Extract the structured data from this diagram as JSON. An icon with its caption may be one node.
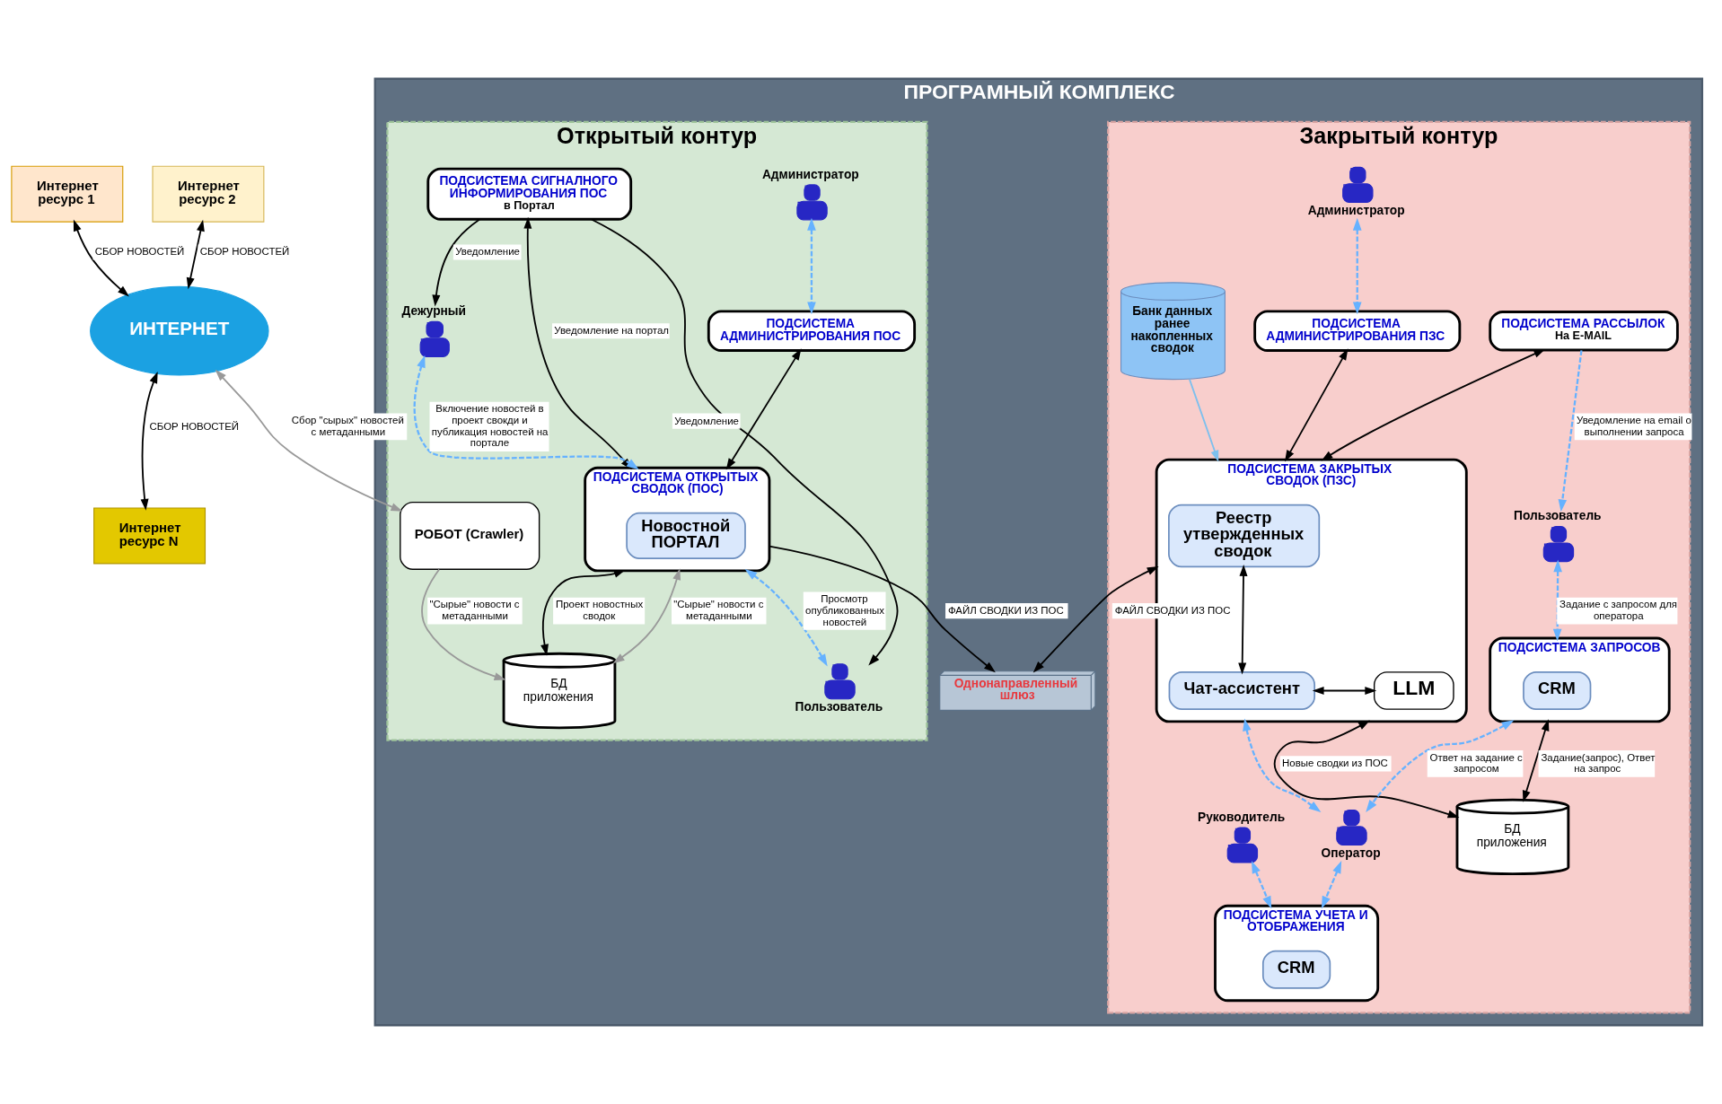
{
  "diagram": {
    "nodes": [
      {
        "text": [
          "ПРОГРАМНЫЙ КОМПЛЕКС"
        ]
      },
      {
        "text": [
          "Открытый контур"
        ],
        "in": 0
      },
      {
        "text": [
          "Закрытый контур"
        ],
        "in": 0
      },
      {
        "text": [
          "Интернет ресурс 1"
        ]
      },
      {
        "text": [
          "Интернет ресурс 2"
        ]
      },
      {
        "text": [
          "ИНТЕРНЕТ"
        ]
      },
      {
        "text": [
          "Интернет ресурс N"
        ]
      },
      {
        "text": [
          "ПОДСИСТЕМА СИГНАЛНОГО ИНФОРМИРОВАНИЯ ПОС",
          "в Портал"
        ],
        "in": 1
      },
      {
        "text": [
          "Дежурный"
        ],
        "in": 1
      },
      {
        "text": [
          "Администратор"
        ],
        "in": 1
      },
      {
        "text": [
          "ПОДСИСТЕМА АДМИНИСТРИРОВАНИЯ ПОС"
        ],
        "in": 1
      },
      {
        "text": [
          "ПОДСИСТЕМА ОТКРЫТЫХ СВОДОК (ПОС)"
        ],
        "in": 1
      },
      {
        "text": [
          "Новостной ПОРТАЛ"
        ],
        "in": 11
      },
      {
        "text": [
          "Однонаправленный шлюз"
        ],
        "in": 0
      },
      {
        "text": [
          "Пользователь"
        ],
        "in": 1
      },
      {
        "text": [
          "РОБОТ (Crawler)"
        ],
        "in": 1
      },
      {
        "text": [
          "БД приложения"
        ],
        "in": 1
      },
      {
        "text": [
          "ПОДСИСТЕМА РАССЫЛОК",
          "На E-MAIL"
        ],
        "in": 2
      },
      {
        "text": [
          "ПОДСИСТЕМА АДМИНИСТРИРОВАНИЯ ПЗС"
        ],
        "in": 2
      },
      {
        "text": [
          "Администратор"
        ],
        "in": 2
      },
      {
        "text": [
          "Пользователь"
        ],
        "in": 2
      },
      {
        "text": [
          "Банк данных ранее накопленных сводок"
        ],
        "in": 2
      },
      {
        "text": [
          "ПОДСИСТЕМА ЗАКРЫТЫХ СВОДОК (ПЗС)"
        ],
        "in": 2
      },
      {
        "text": [
          "Реестр утвержденных сводок"
        ],
        "in": 22
      },
      {
        "text": [
          "Чат-ассистент"
        ],
        "in": 22
      },
      {
        "text": [
          "LLM"
        ],
        "in": 22
      },
      {
        "text": [
          "ПОДСИСТЕМА ЗАПРОСОВ"
        ],
        "in": 2
      },
      {
        "text": [
          "CRM"
        ],
        "in": 26
      },
      {
        "text": [
          "Оператор"
        ],
        "in": 2
      },
      {
        "text": [
          "Руководитель"
        ],
        "in": 2
      },
      {
        "text": [
          "ПОДСИСТЕМА УЧЕТА И ОТОБРАЖЕНИЯ"
        ],
        "in": 2
      },
      {
        "text": [
          "CRM"
        ],
        "in": 30
      },
      {
        "text": [
          "БД приложения"
        ],
        "in": 2
      }
    ],
    "edges": [
      {
        "from": 3,
        "to": 5,
        "arrow": "both",
        "label": "СБОР НОВОСТЕЙ"
      },
      {
        "from": 4,
        "to": 5,
        "arrow": "both",
        "label": "СБОР НОВОСТЕЙ"
      },
      {
        "from": 5,
        "to": 6,
        "arrow": "both",
        "label": "СБОР НОВОСТЕЙ"
      },
      {
        "from": 5,
        "to": 15,
        "arrow": "both",
        "label": "Сбор \"сырых\" новостей с метаданными",
        "color": "#999999"
      },
      {
        "from": 7,
        "to": 8,
        "arrow": "to",
        "label": "Уведомление"
      },
      {
        "from": 7,
        "to": 11,
        "arrow": "both",
        "label": "Уведомление на портал"
      },
      {
        "from": 7,
        "to": 14,
        "arrow": "to",
        "label": "Уведомление"
      },
      {
        "from": 8,
        "to": 11,
        "arrow": "both",
        "label": "Включение новостей в проект свокди и публикация новостей на портале",
        "style": "dashed",
        "color": "#66b2ff"
      },
      {
        "from": 9,
        "to": 10,
        "arrow": "both",
        "style": "dashed",
        "color": "#66b2ff"
      },
      {
        "from": 10,
        "to": 11,
        "arrow": "both"
      },
      {
        "from": 11,
        "to": 13,
        "arrow": "to",
        "label": "ФАЙЛ СВОДКИ ИЗ ПОС"
      },
      {
        "from": 11,
        "to": 14,
        "arrow": "both",
        "label": "Просмотр опубликованных новостей",
        "style": "dashed",
        "color": "#66b2ff"
      },
      {
        "from": 11,
        "to": 16,
        "arrow": "both",
        "label": "\"Сырые\" новости с метаданными",
        "color": "#999999"
      },
      {
        "from": 11,
        "to": 16,
        "arrow": "both",
        "label": "Проект новостных сводок"
      },
      {
        "from": 15,
        "to": 16,
        "arrow": "to",
        "label": "\"Сырые\" новости с метаданными",
        "color": "#999999"
      },
      {
        "from": 22,
        "to": 13,
        "arrow": "both",
        "label": "ФАЙЛ СВОДКИ ИЗ ПОС"
      },
      {
        "from": 17,
        "to": 22,
        "arrow": "both"
      },
      {
        "from": 19,
        "to": 18,
        "arrow": "both",
        "style": "dashed",
        "color": "#66b2ff"
      },
      {
        "from": 18,
        "to": 22,
        "arrow": "both"
      },
      {
        "from": 17,
        "to": 20,
        "arrow": "to",
        "label": "Уведомление на email о выполнении запроса",
        "style": "dashed",
        "color": "#66b2ff"
      },
      {
        "from": 20,
        "to": 26,
        "arrow": "both",
        "label": "Задание с запросом для оператора",
        "style": "dashed",
        "color": "#66b2ff"
      },
      {
        "from": 21,
        "to": 22,
        "arrow": "to",
        "color": "#7ec0ee"
      },
      {
        "from": 23,
        "to": 24,
        "arrow": "both"
      },
      {
        "from": 24,
        "to": 25,
        "arrow": "both"
      },
      {
        "from": 22,
        "to": 28,
        "arrow": "both",
        "style": "dashed",
        "color": "#66b2ff"
      },
      {
        "from": 26,
        "to": 28,
        "arrow": "both",
        "label": "Ответ на задание с запросом",
        "style": "dashed",
        "color": "#66b2ff"
      },
      {
        "from": 28,
        "to": 30,
        "arrow": "both",
        "style": "dashed",
        "color": "#66b2ff"
      },
      {
        "from": 29,
        "to": 30,
        "arrow": "both",
        "style": "dashed",
        "color": "#66b2ff"
      },
      {
        "from": 22,
        "to": 32,
        "arrow": "both",
        "label": "Новые сводки из ПОС"
      },
      {
        "from": 26,
        "to": 32,
        "arrow": "both",
        "label": "Задание(запрос), Ответ на запрос"
      }
    ]
  }
}
